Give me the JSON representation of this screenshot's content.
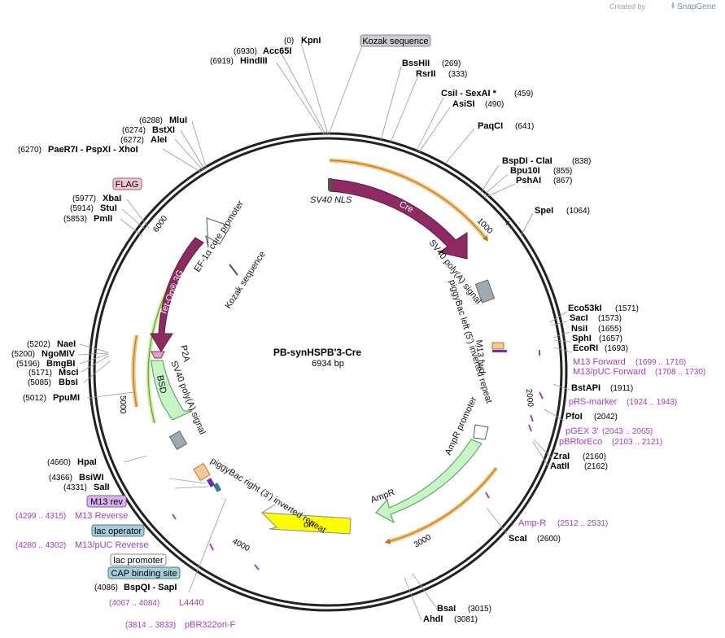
{
  "brand": {
    "prefix": "Created by",
    "name": "SnapGene"
  },
  "plasmid": {
    "name": "PB-synHSPB'3-Cre",
    "size": "6934 bp"
  },
  "enzymes": [
    {
      "id": "kpni",
      "pos": "(0)",
      "name": "KpnI"
    },
    {
      "id": "acc65i",
      "pos": "(6930)",
      "name": "Acc65I"
    },
    {
      "id": "hindiii",
      "pos": "(6919)",
      "name": "HindIII"
    },
    {
      "id": "bsshii",
      "pos": "(269)",
      "name": "BssHII"
    },
    {
      "id": "rsrii",
      "pos": "(333)",
      "name": "RsrII"
    },
    {
      "id": "csi",
      "pos": "(459)",
      "name": "CsiI  - SexAI *"
    },
    {
      "id": "asisi",
      "pos": "(490)",
      "name": "AsiSI"
    },
    {
      "id": "paqci",
      "pos": "(641)",
      "name": "PaqCI"
    },
    {
      "id": "bspdi",
      "pos": "(838)",
      "name": "BspDI - ClaI"
    },
    {
      "id": "bpu10i",
      "pos": "(855)",
      "name": "Bpu10I"
    },
    {
      "id": "pshai",
      "pos": "(867)",
      "name": "PshAI"
    },
    {
      "id": "spei",
      "pos": "(1064)",
      "name": "SpeI"
    },
    {
      "id": "eco53ki",
      "pos": "(1571)",
      "name": "Eco53kI"
    },
    {
      "id": "saci",
      "pos": "(1573)",
      "name": "SacI"
    },
    {
      "id": "nsii",
      "pos": "(1655)",
      "name": "NsiI"
    },
    {
      "id": "sphi",
      "pos": "(1657)",
      "name": "SphI"
    },
    {
      "id": "ecori",
      "pos": "(1693)",
      "name": "EcoRI"
    },
    {
      "id": "bstapi",
      "pos": "(1911)",
      "name": "BstAPI"
    },
    {
      "id": "pfoi",
      "pos": "(2042)",
      "name": "PfoI"
    },
    {
      "id": "zrai",
      "pos": "(2160)",
      "name": "ZraI"
    },
    {
      "id": "aatii",
      "pos": "(2162)",
      "name": "AatII"
    },
    {
      "id": "scai",
      "pos": "(2600)",
      "name": "ScaI"
    },
    {
      "id": "bsai",
      "pos": "(3015)",
      "name": "BsaI"
    },
    {
      "id": "ahdi",
      "pos": "(3081)",
      "name": "AhdI"
    },
    {
      "id": "bspqi",
      "pos": "(4086)",
      "name": "BspQI  - SapI"
    },
    {
      "id": "sali",
      "pos": "(4331)",
      "name": "SalI"
    },
    {
      "id": "bsiwi",
      "pos": "(4366)",
      "name": "BsiWI"
    },
    {
      "id": "hpai",
      "pos": "(4660)",
      "name": "HpaI"
    },
    {
      "id": "ppumi",
      "pos": "(5012)",
      "name": "PpuMI"
    },
    {
      "id": "bbsi",
      "pos": "(5085)",
      "name": "BbsI"
    },
    {
      "id": "msci",
      "pos": "(5171)",
      "name": "MscI"
    },
    {
      "id": "bmgbi",
      "pos": "(5196)",
      "name": "BmgBI"
    },
    {
      "id": "ngomiv",
      "pos": "(5200)",
      "name": "NgoMIV"
    },
    {
      "id": "naei",
      "pos": "(5202)",
      "name": "NaeI"
    },
    {
      "id": "pmli",
      "pos": "(5853)",
      "name": "PmlI"
    },
    {
      "id": "stui",
      "pos": "(5914)",
      "name": "StuI"
    },
    {
      "id": "xbai",
      "pos": "(5977)",
      "name": "XbaI"
    },
    {
      "id": "paer7i",
      "pos": "(6270)",
      "name": "PaeR7I  - PspXI  - XhoI"
    },
    {
      "id": "alei",
      "pos": "(6272)",
      "name": "AleI"
    },
    {
      "id": "bstxi",
      "pos": "(6274)",
      "name": "BstXI"
    },
    {
      "id": "mlui",
      "pos": "(6288)",
      "name": "MluI"
    }
  ],
  "primers": [
    {
      "id": "m13-forward",
      "name": "M13 Forward",
      "range": "(1699 .. 1716)"
    },
    {
      "id": "m13-puc-forward",
      "name": "M13/pUC Forward",
      "range": "(1708 .. 1730)"
    },
    {
      "id": "prs-marker",
      "name": "pRS-marker",
      "range": "(1924 .. 1943)"
    },
    {
      "id": "pgex3",
      "name": "pGEX 3'",
      "range": "(2043 .. 2065)"
    },
    {
      "id": "pbrforeco",
      "name": "pBRforEco",
      "range": "(2103 .. 2121)"
    },
    {
      "id": "amp-r",
      "name": "Amp-R",
      "range": "(2512 .. 2531)"
    },
    {
      "id": "l4440",
      "name": "L4440",
      "range": "(4067 .. 4084)"
    },
    {
      "id": "pbr322ori-f",
      "name": "pBR322ori-F",
      "range": "(3814 .. 3833)"
    },
    {
      "id": "m13-reverse",
      "name": "M13 Reverse",
      "range": "(4299 .. 4315)"
    },
    {
      "id": "m13-puc-reverse",
      "name": "M13/pUC Reverse",
      "range": "(4280 .. 4302)"
    }
  ],
  "boxed_labels": {
    "kozak_top": "Kozak sequence",
    "flag": "FLAG",
    "m13_rev": "M13 rev",
    "lac_operator": "lac operator",
    "lac_promoter": "lac promoter",
    "cap_binding_site": "CAP binding site"
  },
  "features": {
    "sv40_nls": "SV40 NLS",
    "cre": "Cre",
    "sv40_polya_1": "SV40 poly(A) signal",
    "piggybac_left": "piggyBac left (5') inverted repeat",
    "m13_fwd": "M13 fwd",
    "ampr_promoter": "AmpR promoter",
    "ampr": "AmpR",
    "ori": "ori",
    "piggybac_right": "piggyBac right (3') inverted repeat",
    "ef1a": "EF-1α core promoter",
    "kozak_inner": "Kozak sequence",
    "tet_on": "Tet-On® 3G",
    "p2a": "P2A",
    "bsd": "BSD",
    "sv40_polya_2": "SV40 poly(A) signal"
  },
  "ticks": [
    "1000",
    "2000",
    "3000",
    "4000",
    "5000",
    "6000"
  ],
  "colors": {
    "backbone": "#222222",
    "cre": "#8e2b63",
    "tet_on": "#8e2b63",
    "ampr": "#c8f5c8",
    "ori": "#ffff00",
    "orf_highlight": "#f5c07a",
    "orf_line": "#b87a1a",
    "primer": "#a23ec4",
    "terminator": "#a0a8b0",
    "flag_box": "#f3c6d2",
    "m13rev_box": "#d9b3f0",
    "lac_box": "#a7cdd8",
    "kozak_box": "#c9ccd1"
  }
}
